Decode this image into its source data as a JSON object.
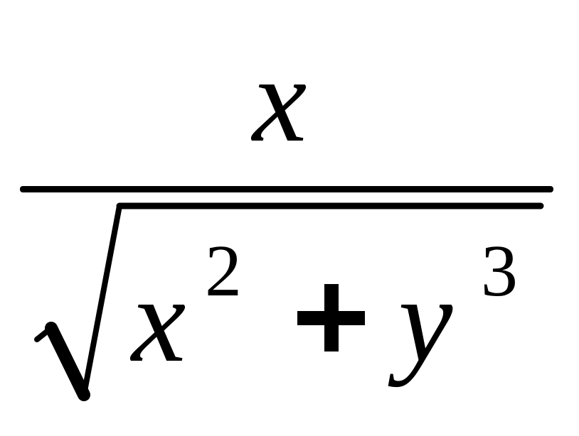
{
  "numerator": {
    "variable": "x"
  },
  "denominator": {
    "term1": {
      "base": "x",
      "exponent": "2"
    },
    "operator": "+",
    "term2": {
      "base": "y",
      "exponent": "3"
    }
  }
}
